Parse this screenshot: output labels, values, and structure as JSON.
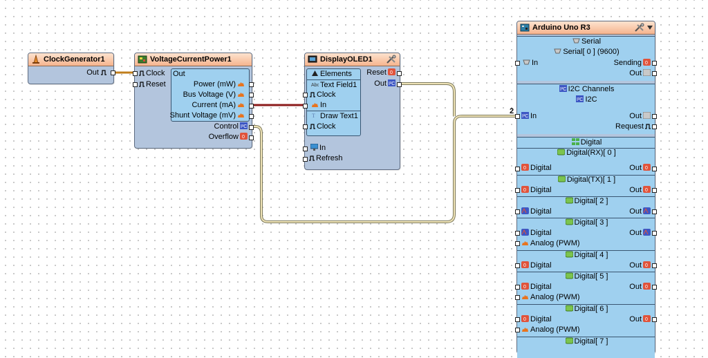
{
  "wire_label": "2",
  "clock_generator": {
    "title": "ClockGenerator1",
    "out": "Out"
  },
  "voltage": {
    "title": "VoltageCurrentPower1",
    "clock": "Clock",
    "reset": "Reset",
    "out": "Out",
    "power": "Power (mW)",
    "bus_voltage": "Bus Voltage (V)",
    "current": "Current (mA)",
    "shunt_voltage": "Shunt Voltage (mV)",
    "control": "Control",
    "overflow": "Overflow"
  },
  "display": {
    "title": "DisplayOLED1",
    "elements": "Elements",
    "reset": "Reset",
    "out": "Out",
    "text_field": "Text Field1",
    "text_clock": "Clock",
    "text_in": "In",
    "draw_text": "Draw Text1",
    "draw_clock": "Clock",
    "in": "In",
    "refresh": "Refresh"
  },
  "arduino": {
    "title": "Arduino Uno R3",
    "serial": "Serial",
    "serial0": "Serial[ 0 ] (9600)",
    "serial_in": "In",
    "sending": "Sending",
    "serial_out": "Out",
    "i2c_channels": "I2C Channels",
    "i2c": "I2C",
    "i2c_in": "In",
    "i2c_out": "Out",
    "request": "Request",
    "digital_header": "Digital",
    "channels": [
      {
        "name": "Digital(RX)[ 0 ]",
        "digital": "Digital",
        "out": "Out"
      },
      {
        "name": "Digital(TX)[ 1 ]",
        "digital": "Digital",
        "out": "Out"
      },
      {
        "name": "Digital[ 2 ]",
        "digital": "Digital",
        "out": "Out"
      },
      {
        "name": "Digital[ 3 ]",
        "digital": "Digital",
        "out": "Out",
        "analog": "Analog (PWM)"
      },
      {
        "name": "Digital[ 4 ]",
        "digital": "Digital",
        "out": "Out"
      },
      {
        "name": "Digital[ 5 ]",
        "digital": "Digital",
        "out": "Out",
        "analog": "Analog (PWM)"
      },
      {
        "name": "Digital[ 6 ]",
        "digital": "Digital",
        "out": "Out",
        "analog": "Analog (PWM)"
      },
      {
        "name": "Digital[ 7 ]"
      }
    ]
  }
}
